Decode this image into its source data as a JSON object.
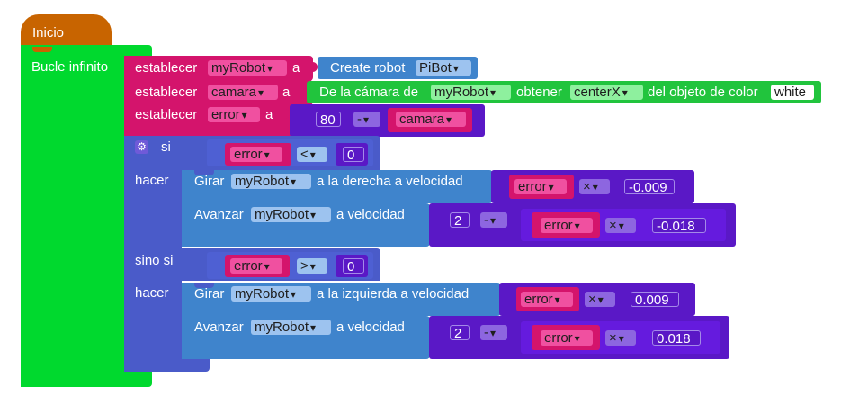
{
  "event": {
    "label": "Inicio"
  },
  "loop": {
    "label": "Bucle infinito"
  },
  "keywords": {
    "set": "establecer",
    "to": "a",
    "if": "si",
    "do": "hacer",
    "else_if": "sino si",
    "turn": "Girar",
    "advance": "Avanzar",
    "at_speed": "a velocidad",
    "right_speed": "a la derecha a velocidad",
    "left_speed": "a la izquierda a velocidad",
    "create_robot": "Create robot",
    "from_camera": "De la cámara de",
    "get": "obtener",
    "of_color": "del objeto de color"
  },
  "vars": {
    "robot": "myRobot",
    "camera": "camara",
    "error": "error"
  },
  "values": {
    "robot_type": "PiBot",
    "center": "centerX",
    "color": "white",
    "eighty": "80",
    "zero": "0",
    "two": "2",
    "neg_0_009": "-0.009",
    "neg_0_018": "-0.018",
    "pos_0_009": "0.009",
    "pos_0_018": "0.018"
  },
  "operators": {
    "minus": "-",
    "times": "×",
    "less": "<",
    "greater": ">"
  },
  "colors": {
    "event": "#c86400",
    "loop": "#00d92e",
    "variables": "#d4146c",
    "robot": "#3f84cc",
    "control": "#4a5bc9",
    "math": "#5a18c6",
    "sensor": "#21c43d"
  },
  "icons": {
    "gear": "gear-icon"
  }
}
